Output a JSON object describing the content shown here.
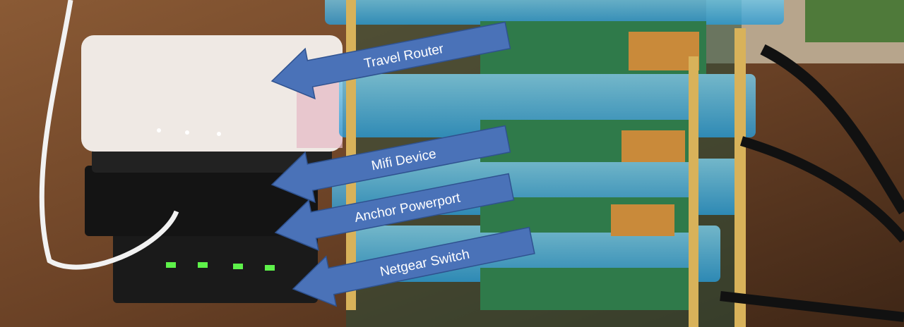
{
  "annotations": [
    {
      "label": "Travel Router"
    },
    {
      "label": "Mifi Device"
    },
    {
      "label": "Anchor Powerport"
    },
    {
      "label": "Netgear Switch"
    }
  ],
  "colors": {
    "arrow_fill": "#4a72b8",
    "arrow_stroke": "#2f528f",
    "text": "#ffffff"
  }
}
